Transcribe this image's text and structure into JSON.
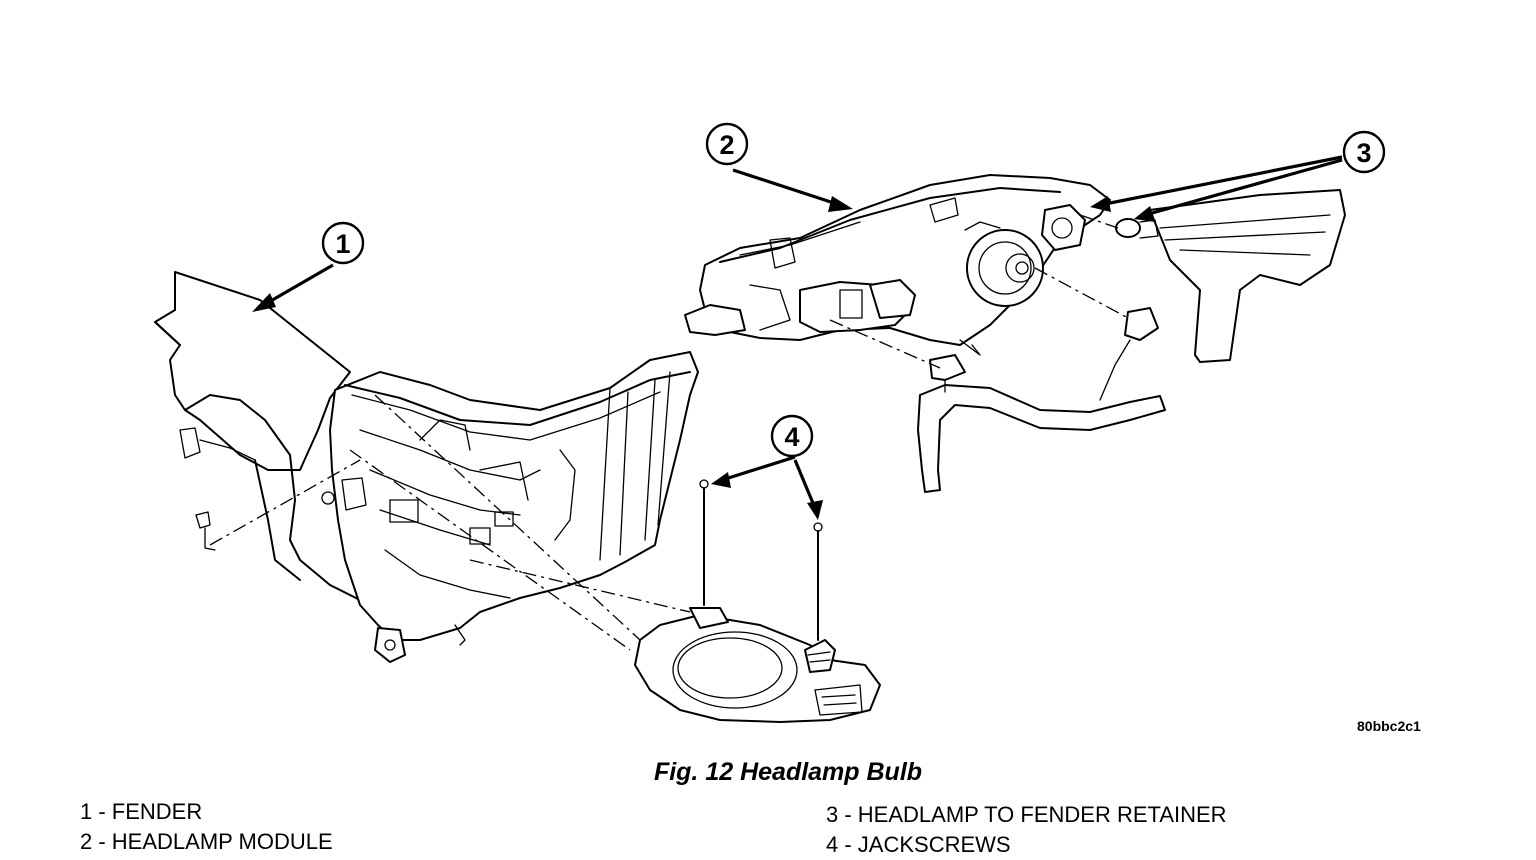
{
  "callouts": [
    {
      "number": "1"
    },
    {
      "number": "2"
    },
    {
      "number": "3"
    },
    {
      "number": "4"
    }
  ],
  "figure_code": "80bbc2c1",
  "caption": "Fig. 12 Headlamp Bulb",
  "legend": {
    "left": [
      "1 - FENDER",
      "2 - HEADLAMP MODULE"
    ],
    "right": [
      "3 - HEADLAMP TO FENDER RETAINER",
      "4 - JACKSCREWS"
    ]
  }
}
